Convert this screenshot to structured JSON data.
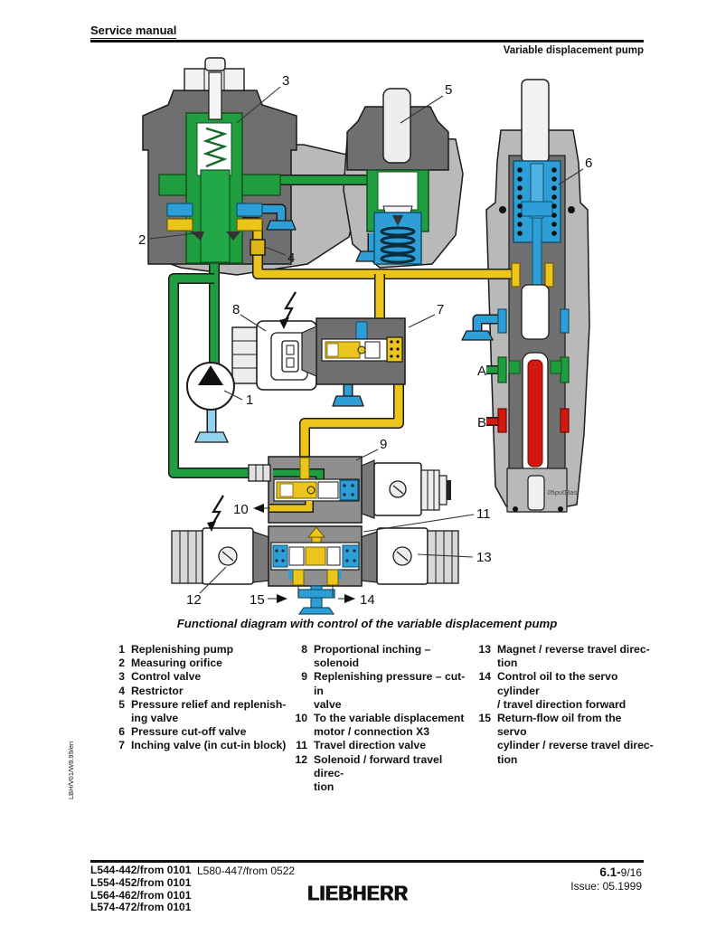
{
  "header": {
    "doc_type": "Service manual",
    "section": "Variable displacement pump"
  },
  "caption": "Functional diagram with control of the variable displacement pump",
  "legend": {
    "col1": [
      {
        "num": "1",
        "text": "Replenishing pump"
      },
      {
        "num": "2",
        "text": "Measuring orifice"
      },
      {
        "num": "3",
        "text": "Control valve"
      },
      {
        "num": "4",
        "text": "Restrictor"
      },
      {
        "num": "5",
        "text": "Pressure relief and replenish-\ning valve"
      },
      {
        "num": "6",
        "text": "Pressure cut-off valve"
      },
      {
        "num": "7",
        "text": "Inching valve (in cut-in block)"
      }
    ],
    "col2": [
      {
        "num": "8",
        "text": "Proportional inching – solenoid"
      },
      {
        "num": "9",
        "text": "Replenishing pressure – cut-in\nvalve"
      },
      {
        "num": "10",
        "text": "To the variable displacement\nmotor / connection X3"
      },
      {
        "num": "11",
        "text": "Travel direction valve"
      },
      {
        "num": "12",
        "text": "Solenoid / forward travel direc-\ntion"
      }
    ],
    "col3": [
      {
        "num": "13",
        "text": "Magnet / reverse travel direc-\ntion"
      },
      {
        "num": "14",
        "text": "Control oil to the servo cylinder\n/ travel direction forward"
      },
      {
        "num": "15",
        "text": "Return-flow oil from the servo\ncylinder / reverse travel direc-\ntion"
      }
    ]
  },
  "callouts": {
    "n1": "1",
    "n2": "2",
    "n3": "3",
    "n4": "4",
    "n5": "5",
    "n6": "6",
    "n7": "7",
    "n8": "8",
    "n9": "9",
    "n10": "10",
    "n11": "11",
    "n12": "12",
    "n13": "13",
    "n14": "14",
    "n15": "15",
    "A": "A",
    "B": "B"
  },
  "diagram": {
    "drawing_code": "05pu08as"
  },
  "sidebar_code": "LBH/V01/W8.99/en",
  "footer": {
    "models": [
      "L544-442/from 0101",
      "L554-452/from 0101",
      "L564-462/from 0101",
      "L574-472/from 0101"
    ],
    "model_extra": "L580-447/from 0522",
    "logo": "LIEBHERR",
    "page_bold": "6.1-",
    "page_rest": "9/16",
    "issue": "Issue: 05.1999"
  },
  "colors": {
    "pipe_green": "#1f9e40",
    "pipe_yellow": "#ecc51c",
    "pipe_blue": "#2e9fd6",
    "pipe_cyan": "#93d2ec",
    "pipe_red": "#d2190e",
    "housing_light": "#b9b9b9",
    "housing_dark": "#6f6f6f",
    "block_gray": "#8f8f8f"
  }
}
